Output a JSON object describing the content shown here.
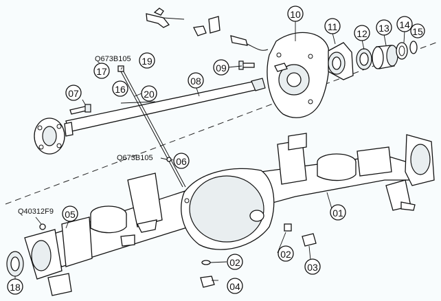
{
  "callouts": [
    {
      "id": "c10",
      "text": "10"
    },
    {
      "id": "c11",
      "text": "11"
    },
    {
      "id": "c12",
      "text": "12"
    },
    {
      "id": "c13",
      "text": "13"
    },
    {
      "id": "c14",
      "text": "14"
    },
    {
      "id": "c15",
      "text": "15"
    },
    {
      "id": "c19",
      "text": "19"
    },
    {
      "id": "c17",
      "text": "17"
    },
    {
      "id": "c09",
      "text": "09"
    },
    {
      "id": "c08",
      "text": "08"
    },
    {
      "id": "c07",
      "text": "07"
    },
    {
      "id": "c16",
      "text": "16"
    },
    {
      "id": "c20",
      "text": "20"
    },
    {
      "id": "c06",
      "text": "06"
    },
    {
      "id": "c05",
      "text": "05"
    },
    {
      "id": "c01",
      "text": "01"
    },
    {
      "id": "c02a",
      "text": "02"
    },
    {
      "id": "c03",
      "text": "03"
    },
    {
      "id": "c02b",
      "text": "02"
    },
    {
      "id": "c04",
      "text": "04"
    },
    {
      "id": "c18",
      "text": "18"
    }
  ],
  "part_codes": {
    "top": "Q673B105",
    "middle": "Q673B105",
    "left": "Q40312F9"
  }
}
